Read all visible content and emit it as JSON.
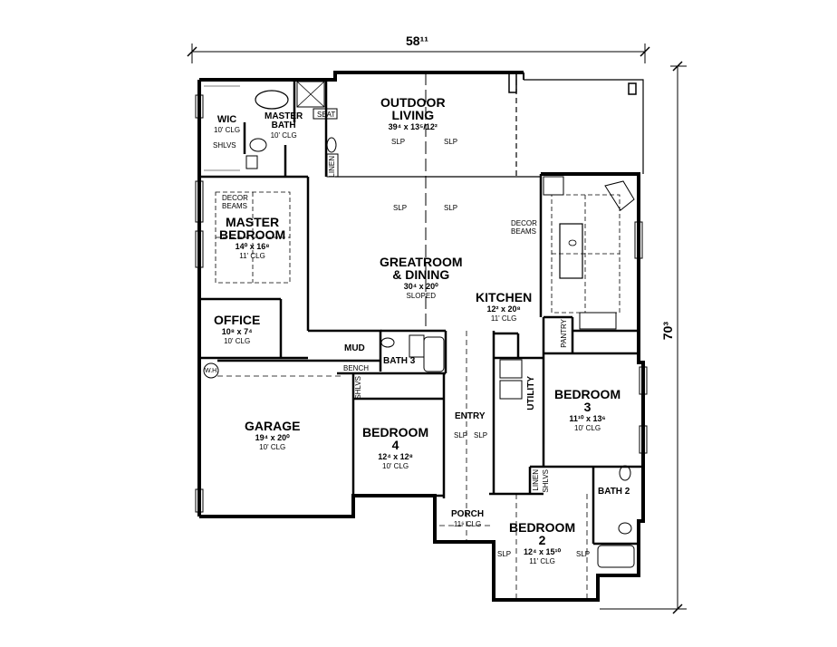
{
  "plan": {
    "overall_width": "58¹¹",
    "overall_depth": "70³"
  },
  "rooms": {
    "outdoor_living": {
      "name_1": "OUTDOOR",
      "name_2": "LIVING",
      "dims": "39⁴ x 13⁵/12²"
    },
    "wic": {
      "name": "WIC",
      "ceiling": "10' CLG"
    },
    "master_bath": {
      "name_1": "MASTER",
      "name_2": "BATH",
      "ceiling": "10' CLG"
    },
    "master_bedroom": {
      "name_1": "MASTER",
      "name_2": "BEDROOM",
      "dims": "14⁰ x 16⁸",
      "ceiling": "11' CLG"
    },
    "greatroom": {
      "name_1": "GREATROOM",
      "name_2": "& DINING",
      "dims": "30⁴ x 20⁰",
      "ceiling": "SLOPED"
    },
    "kitchen": {
      "name": "KITCHEN",
      "dims": "12² x 20⁸",
      "ceiling": "11' CLG"
    },
    "office": {
      "name": "OFFICE",
      "dims": "10⁸ x 7⁴",
      "ceiling": "10' CLG"
    },
    "garage": {
      "name": "GARAGE",
      "dims": "19⁴ x 20⁰",
      "ceiling": "10' CLG"
    },
    "bedroom4": {
      "name_1": "BEDROOM",
      "name_2": "4",
      "dims": "12⁴ x 12⁸",
      "ceiling": "10' CLG"
    },
    "bedroom3": {
      "name_1": "BEDROOM",
      "name_2": "3",
      "dims": "11¹⁰ x 13⁶",
      "ceiling": "10' CLG"
    },
    "bedroom2": {
      "name_1": "BEDROOM",
      "name_2": "2",
      "dims": "12⁴ x 15¹⁰",
      "ceiling": "11' CLG"
    },
    "porch": {
      "name": "PORCH",
      "dims": "11⁶ CLG"
    }
  },
  "labels": {
    "seat": "SEAT",
    "linen": "LINEN",
    "shlvs": "SHLVS",
    "slp": "SLP",
    "decor": "DECOR",
    "beams": "BEAMS",
    "mud": "MUD",
    "bench": "BENCH",
    "bath3": "BATH 3",
    "bath2": "BATH 2",
    "utility": "UTILITY",
    "pantry": "PANTRY",
    "entry": "ENTRY",
    "wh": "W.H."
  }
}
